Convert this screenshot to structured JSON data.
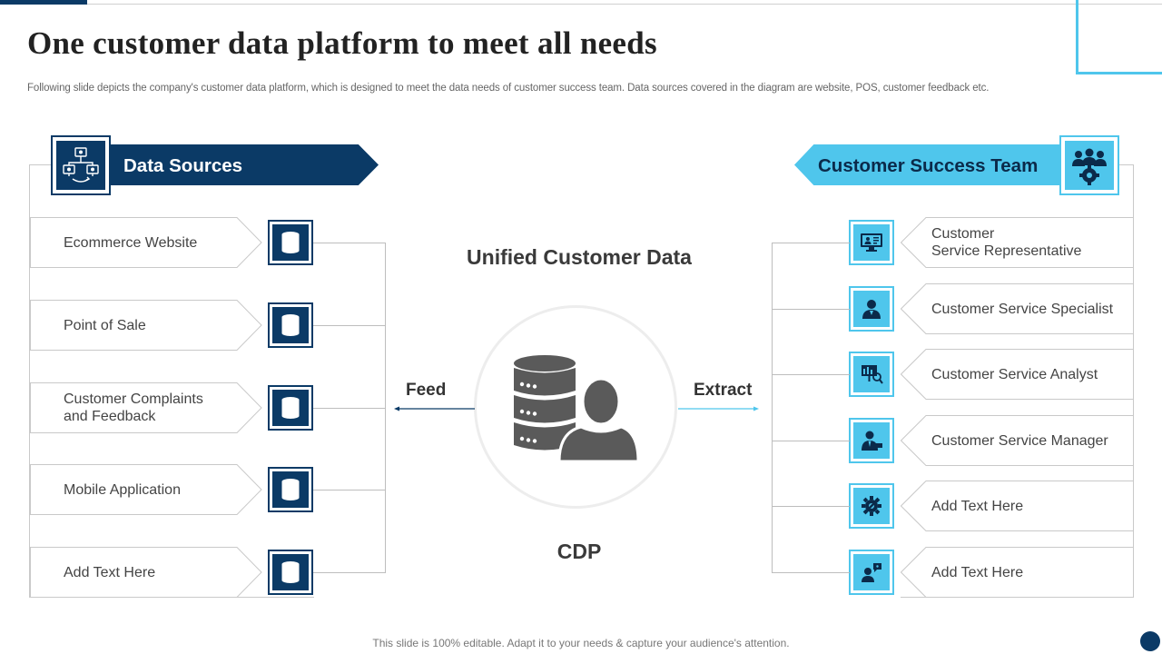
{
  "slide": {
    "title": "One customer data platform to meet all needs",
    "subtitle": "Following slide depicts the company's customer data platform, which is designed to meet the data needs of customer success team. Data sources covered in the diagram are website, POS, customer feedback etc.",
    "footer": "This slide is 100% editable. Adapt it to your needs & capture your audience's attention."
  },
  "left_panel": {
    "heading": "Data Sources",
    "icon": "network-computers-icon",
    "items": [
      {
        "label": "Ecommerce Website",
        "icon": "database-icon"
      },
      {
        "label": "Point of Sale",
        "icon": "database-icon"
      },
      {
        "label": "Customer Complaints\nand Feedback",
        "icon": "database-icon"
      },
      {
        "label": "Mobile Application",
        "icon": "database-icon"
      },
      {
        "label": "Add Text Here",
        "icon": "database-icon"
      }
    ]
  },
  "right_panel": {
    "heading": "Customer Success Team",
    "icon": "team-gear-icon",
    "items": [
      {
        "label": "Customer\nService Representative",
        "icon": "monitor-person-icon"
      },
      {
        "label": "Customer Service Specialist",
        "icon": "person-icon"
      },
      {
        "label": "Customer Service Analyst",
        "icon": "presentation-search-icon"
      },
      {
        "label": "Customer Service Manager",
        "icon": "businessman-icon"
      },
      {
        "label": "Add Text Here",
        "icon": "gear-wrench-icon"
      },
      {
        "label": "Add Text Here",
        "icon": "person-chat-icon"
      }
    ]
  },
  "center": {
    "title": "Unified Customer Data",
    "label": "CDP",
    "feed": "Feed",
    "extract": "Extract",
    "icon": "database-user-icon"
  },
  "colors": {
    "navy": "#0b3a66",
    "cyan": "#4fc6ec",
    "gray": "#5a5a5a"
  }
}
